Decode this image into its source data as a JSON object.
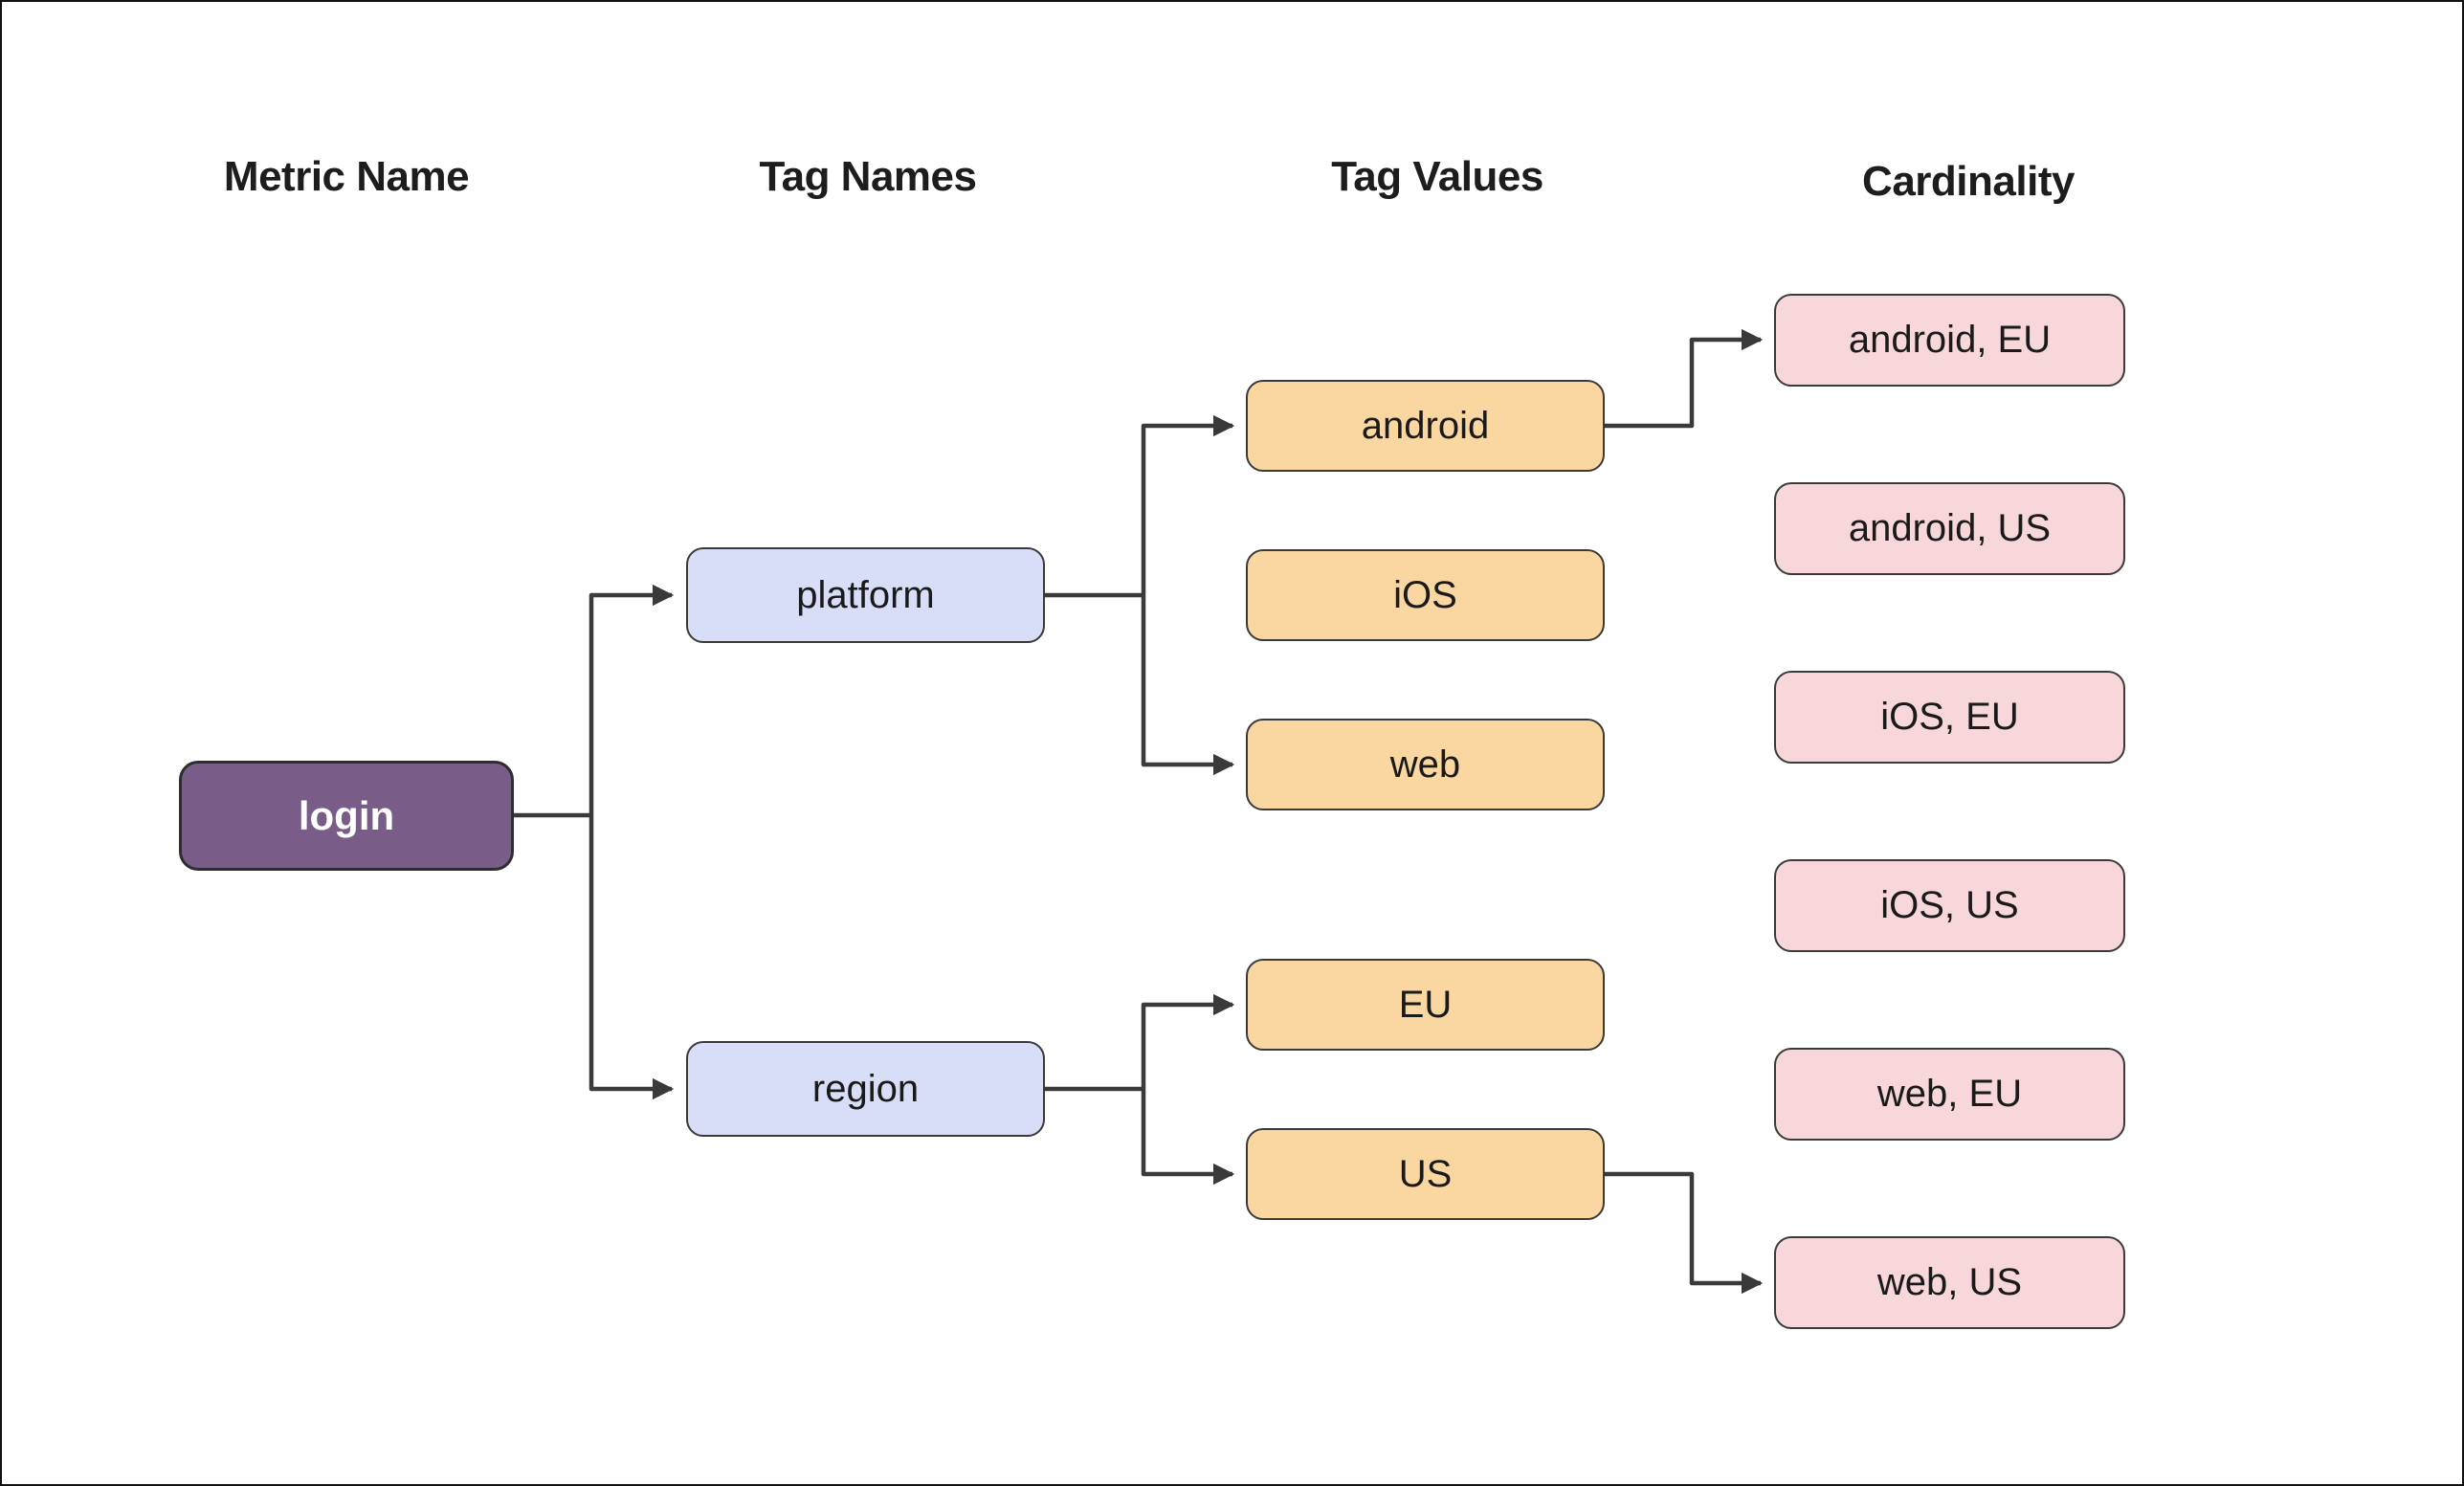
{
  "diagram": {
    "headers": [
      {
        "label": "Metric Name"
      },
      {
        "label": "Tag Names"
      },
      {
        "label": "Tag Values"
      },
      {
        "label": "Cardinality"
      }
    ],
    "nodes": {
      "login": {
        "label": "login",
        "column": "Metric Name"
      },
      "platform": {
        "label": "platform",
        "column": "Tag Names"
      },
      "region": {
        "label": "region",
        "column": "Tag Names"
      },
      "android": {
        "label": "android",
        "column": "Tag Values"
      },
      "ios": {
        "label": "iOS",
        "column": "Tag Values"
      },
      "web": {
        "label": "web",
        "column": "Tag Values"
      },
      "eu": {
        "label": "EU",
        "column": "Tag Values"
      },
      "us": {
        "label": "US",
        "column": "Tag Values"
      },
      "android_eu": {
        "label": "android, EU",
        "column": "Cardinality"
      },
      "android_us": {
        "label": "android, US",
        "column": "Cardinality"
      },
      "ios_eu": {
        "label": "iOS, EU",
        "column": "Cardinality"
      },
      "ios_us": {
        "label": "iOS, US",
        "column": "Cardinality"
      },
      "web_eu": {
        "label": "web, EU",
        "column": "Cardinality"
      },
      "web_us": {
        "label": "web, US",
        "column": "Cardinality"
      }
    },
    "edges": [
      {
        "from": "login",
        "to": "platform"
      },
      {
        "from": "login",
        "to": "region"
      },
      {
        "from": "platform",
        "to": "android"
      },
      {
        "from": "platform",
        "to": "web"
      },
      {
        "from": "region",
        "to": "eu"
      },
      {
        "from": "region",
        "to": "us"
      },
      {
        "from": "android",
        "to": "android_eu"
      },
      {
        "from": "us",
        "to": "web_us"
      }
    ],
    "colors": {
      "metric_fill": "#7A5C88",
      "metric_border": "#2E2E2E",
      "metric_text": "#FFFFFF",
      "tag_name_fill": "#D8DDF8",
      "tag_name_border": "#3A3A3A",
      "tag_value_fill": "#FAD6A1",
      "tag_value_border": "#3A3A3A",
      "cardinality_fill": "#F8D7DA",
      "cardinality_border": "#3A3A3A",
      "edge": "#3A3A3A",
      "background": "#FFFFFF",
      "header_text": "#1D1D1D"
    }
  }
}
